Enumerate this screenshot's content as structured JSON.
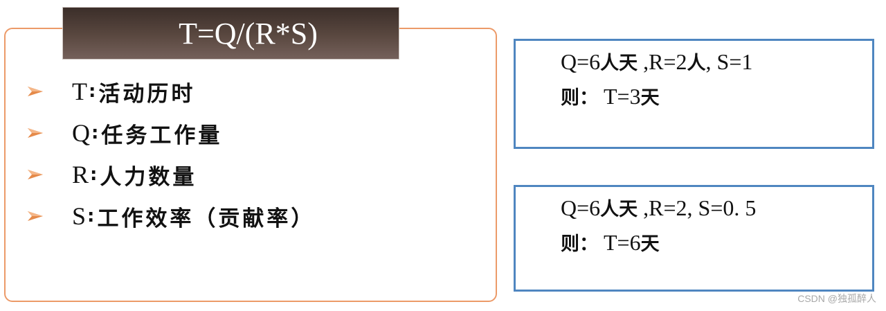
{
  "formula": {
    "title": "T=Q/(R*S)"
  },
  "definitions": [
    {
      "var": "T",
      "desc": "活动历时"
    },
    {
      "var": "Q",
      "desc": "任务工作量"
    },
    {
      "var": "R",
      "desc": "人力数量"
    },
    {
      "var": "S",
      "desc": "工作效率（贡献率）"
    }
  ],
  "examples": [
    {
      "q": "Q=6",
      "q_unit": "人天",
      "sep1": " ,R=2",
      "r_unit": "人",
      "s": ", S=1",
      "result_label": "则：",
      "result_value": "T=3",
      "result_unit": "天"
    },
    {
      "q": "Q=6",
      "q_unit": "人天",
      "sep1": " ,R=2",
      "r_unit": "",
      "s": ", S=0. 5",
      "result_label": "则：",
      "result_value": "T=6",
      "result_unit": "天"
    }
  ],
  "colors": {
    "left_border": "#ec9a68",
    "right_border": "#4f86c0",
    "title_bg": "#5a4840",
    "bullet_arrow": "#e58a4a"
  },
  "watermark": "CSDN @独孤醉人"
}
